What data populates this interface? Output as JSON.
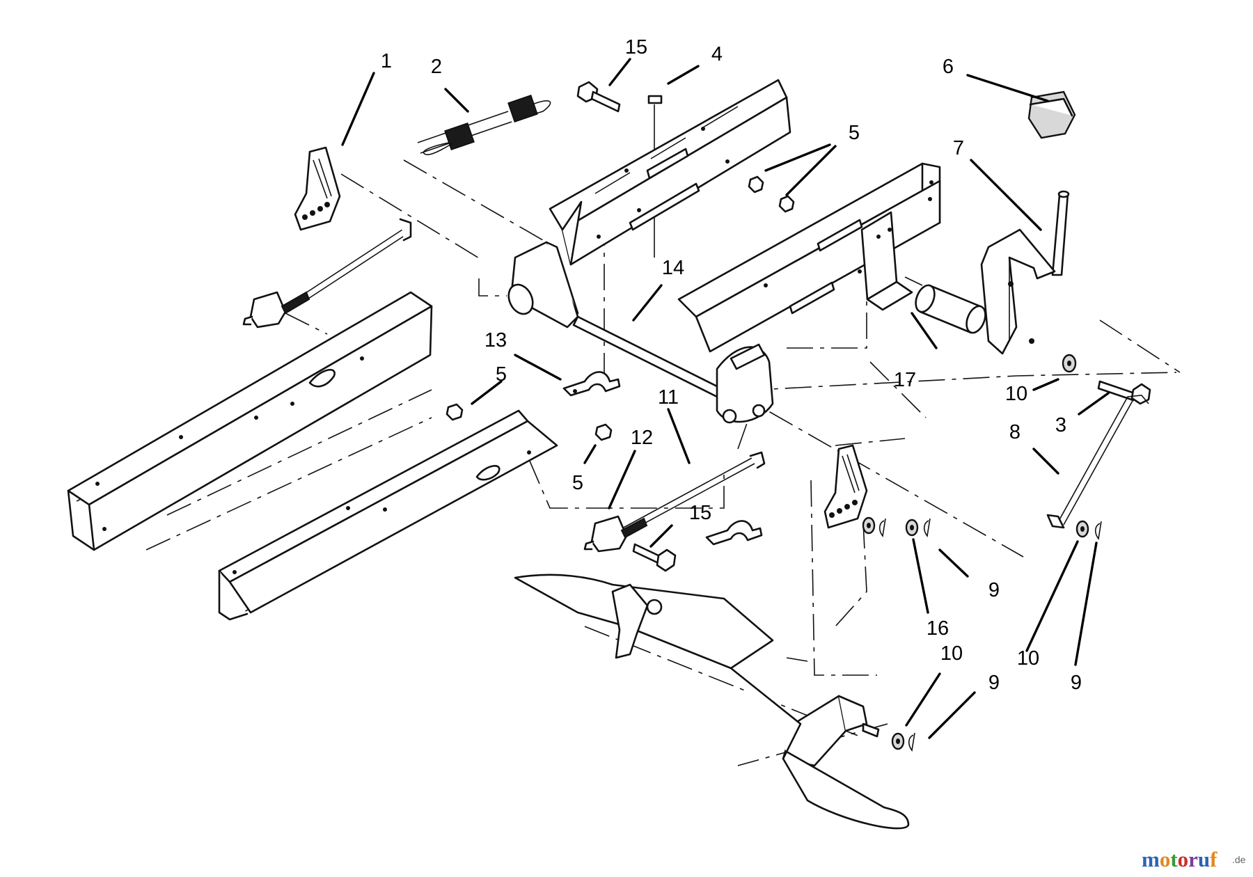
{
  "diagram": {
    "callouts": [
      {
        "id": "c1",
        "label": "1"
      },
      {
        "id": "c2",
        "label": "2"
      },
      {
        "id": "c15a",
        "label": "15"
      },
      {
        "id": "c4",
        "label": "4"
      },
      {
        "id": "c6",
        "label": "6"
      },
      {
        "id": "c7",
        "label": "7"
      },
      {
        "id": "c5a",
        "label": "5"
      },
      {
        "id": "c14",
        "label": "14"
      },
      {
        "id": "c13",
        "label": "13"
      },
      {
        "id": "c5b",
        "label": "5"
      },
      {
        "id": "c17",
        "label": "17"
      },
      {
        "id": "c10a",
        "label": "10"
      },
      {
        "id": "c3",
        "label": "3"
      },
      {
        "id": "c8",
        "label": "8"
      },
      {
        "id": "c11",
        "label": "11"
      },
      {
        "id": "c12",
        "label": "12"
      },
      {
        "id": "c5c",
        "label": "5"
      },
      {
        "id": "c15b",
        "label": "15"
      },
      {
        "id": "c9a",
        "label": "9"
      },
      {
        "id": "c16",
        "label": "16"
      },
      {
        "id": "c10b",
        "label": "10"
      },
      {
        "id": "c9b",
        "label": "9"
      },
      {
        "id": "c10c",
        "label": "10"
      },
      {
        "id": "c9c",
        "label": "9"
      }
    ]
  },
  "watermark": {
    "letters": [
      "m",
      "o",
      "t",
      "o",
      "r",
      "u",
      "f"
    ],
    "letter_colors": [
      "#2b63b5",
      "#e08a1e",
      "#3a9a3a",
      "#c8302a",
      "#7a3d99",
      "#2b63b5",
      "#e08a1e"
    ],
    "suffix": ".de"
  }
}
